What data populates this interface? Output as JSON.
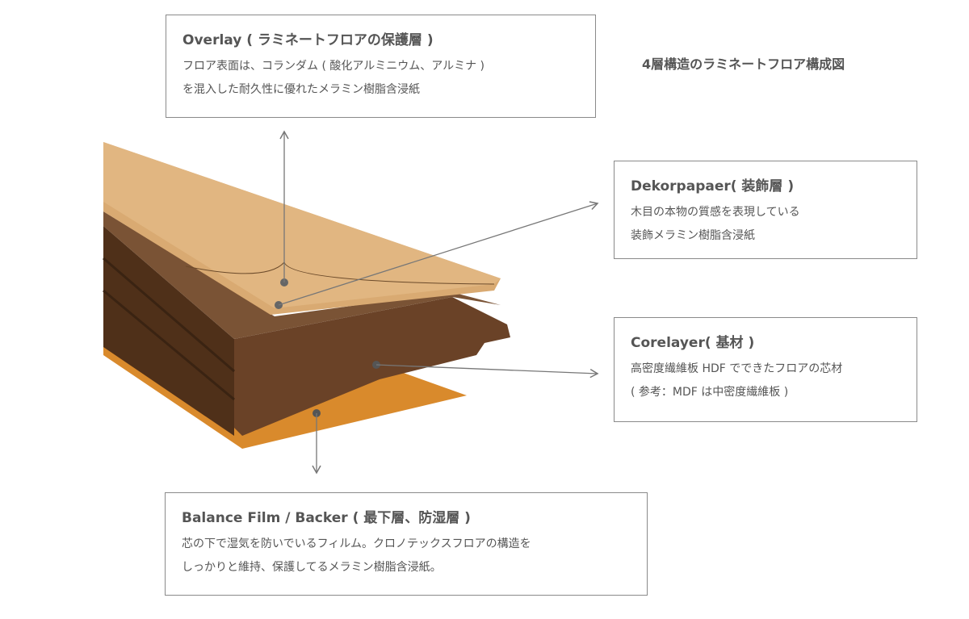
{
  "title": "4層構造のラミネートフロア構成図",
  "layers": [
    {
      "id": "overlay",
      "title": "Overlay ( ラミネートフロアの保護層 )",
      "lines": [
        "フロア表面は、コランダム ( 酸化アルミニウム、アルミナ )",
        "を混入した耐久性に優れたメラミン樹脂含浸紙"
      ]
    },
    {
      "id": "dekor",
      "title": "Dekorpapaer( 装飾層 )",
      "lines": [
        "木目の本物の質感を表現している",
        "装飾メラミン樹脂含浸紙"
      ]
    },
    {
      "id": "core",
      "title": "Corelayer( 基材 )",
      "lines": [
        "高密度繊維板 HDF でできたフロアの芯材",
        "( 参考：MDF は中密度繊維板 )"
      ]
    },
    {
      "id": "backer",
      "title": "Balance Film / Backer ( 最下層、防湿層 )",
      "lines": [
        "芯の下で湿気を防いでいるフィルム。クロノテックスフロアの構造を",
        "しっかりと維持、保護してるメラミン樹脂含浸紙。"
      ]
    }
  ],
  "colors": {
    "wood": "#d9aa72",
    "core": "#5e3b22",
    "backer": "#d98a2c",
    "line": "#777777"
  }
}
